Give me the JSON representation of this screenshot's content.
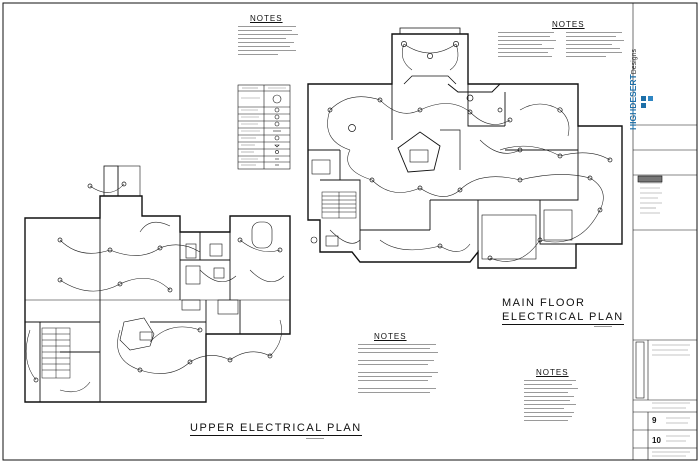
{
  "notes": {
    "top_center": "NOTES",
    "top_right": "NOTES",
    "center": "NOTES",
    "bottom_right": "NOTES"
  },
  "plans": {
    "main_floor_line1": "MAIN FLOOR",
    "main_floor_line2": "ELECTRICAL PLAN",
    "upper": "UPPER ELECTRICAL PLAN"
  },
  "title_block": {
    "brand": "HIGHDESERT",
    "brand_suffix": "Designs",
    "sheet_a": "9",
    "sheet_b": "10"
  },
  "colors": {
    "line": "#111111",
    "brand": "#1d6fa8"
  }
}
